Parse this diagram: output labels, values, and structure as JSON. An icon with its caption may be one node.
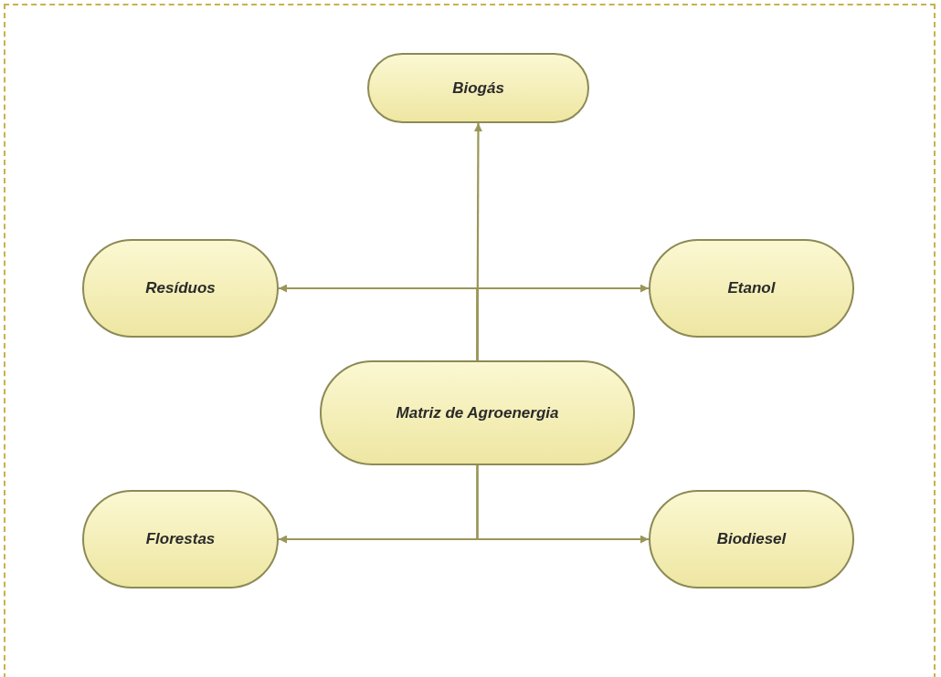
{
  "diagram": {
    "nodes": [
      {
        "text": [
          "Matriz de Agroenergia"
        ]
      },
      {
        "text": [
          "Biogás"
        ]
      },
      {
        "text": [
          "Resíduos"
        ]
      },
      {
        "text": [
          "Etanol"
        ]
      },
      {
        "text": [
          "Florestas"
        ]
      },
      {
        "text": [
          "Biodiesel"
        ]
      }
    ],
    "edges": [
      {
        "from": 0,
        "to": 1,
        "arrow": "to"
      },
      {
        "from": 0,
        "to": 2,
        "arrow": "to"
      },
      {
        "from": 0,
        "to": 3,
        "arrow": "to"
      },
      {
        "from": 0,
        "to": 4,
        "arrow": "to"
      },
      {
        "from": 0,
        "to": 5,
        "arrow": "to"
      }
    ]
  }
}
